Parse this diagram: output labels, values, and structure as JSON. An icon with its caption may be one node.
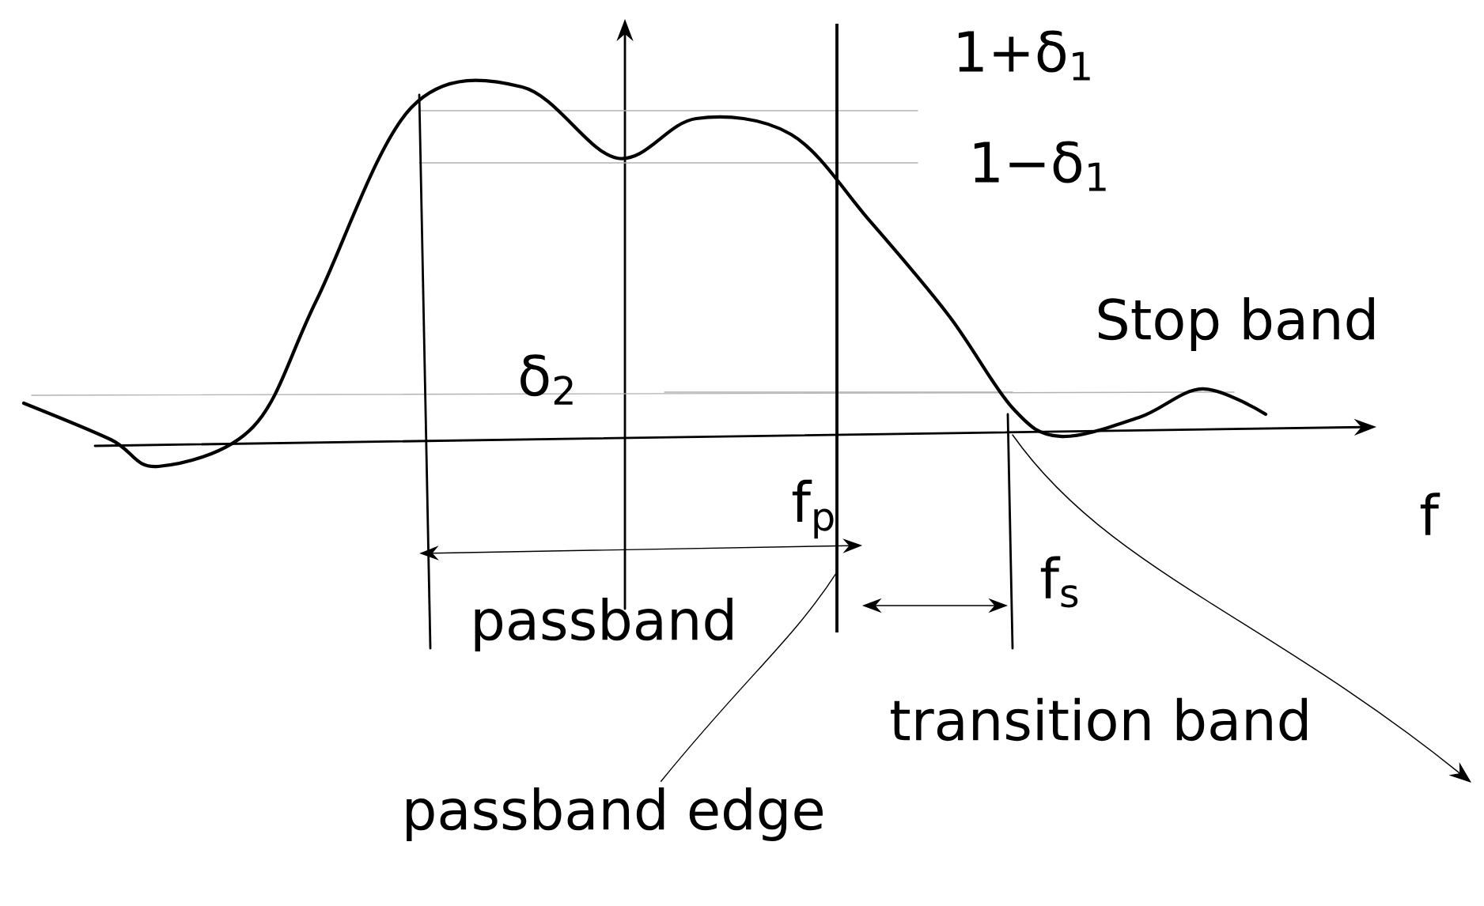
{
  "diagram": {
    "nodes": [
      {
        "text": [
          "passband edge"
        ]
      },
      {
        "text": [],
        "shape": "bar"
      }
    ],
    "edges": [
      {
        "from": 0,
        "to": 1,
        "arrow": "none"
      }
    ],
    "labels": [
      "1+δ$_{1}$",
      "1−δ$_{1}$",
      "Stop band",
      "δ$_{2}$",
      "f",
      "f$_{p}$",
      "passband",
      "f$_{s}$",
      "transition band"
    ]
  }
}
